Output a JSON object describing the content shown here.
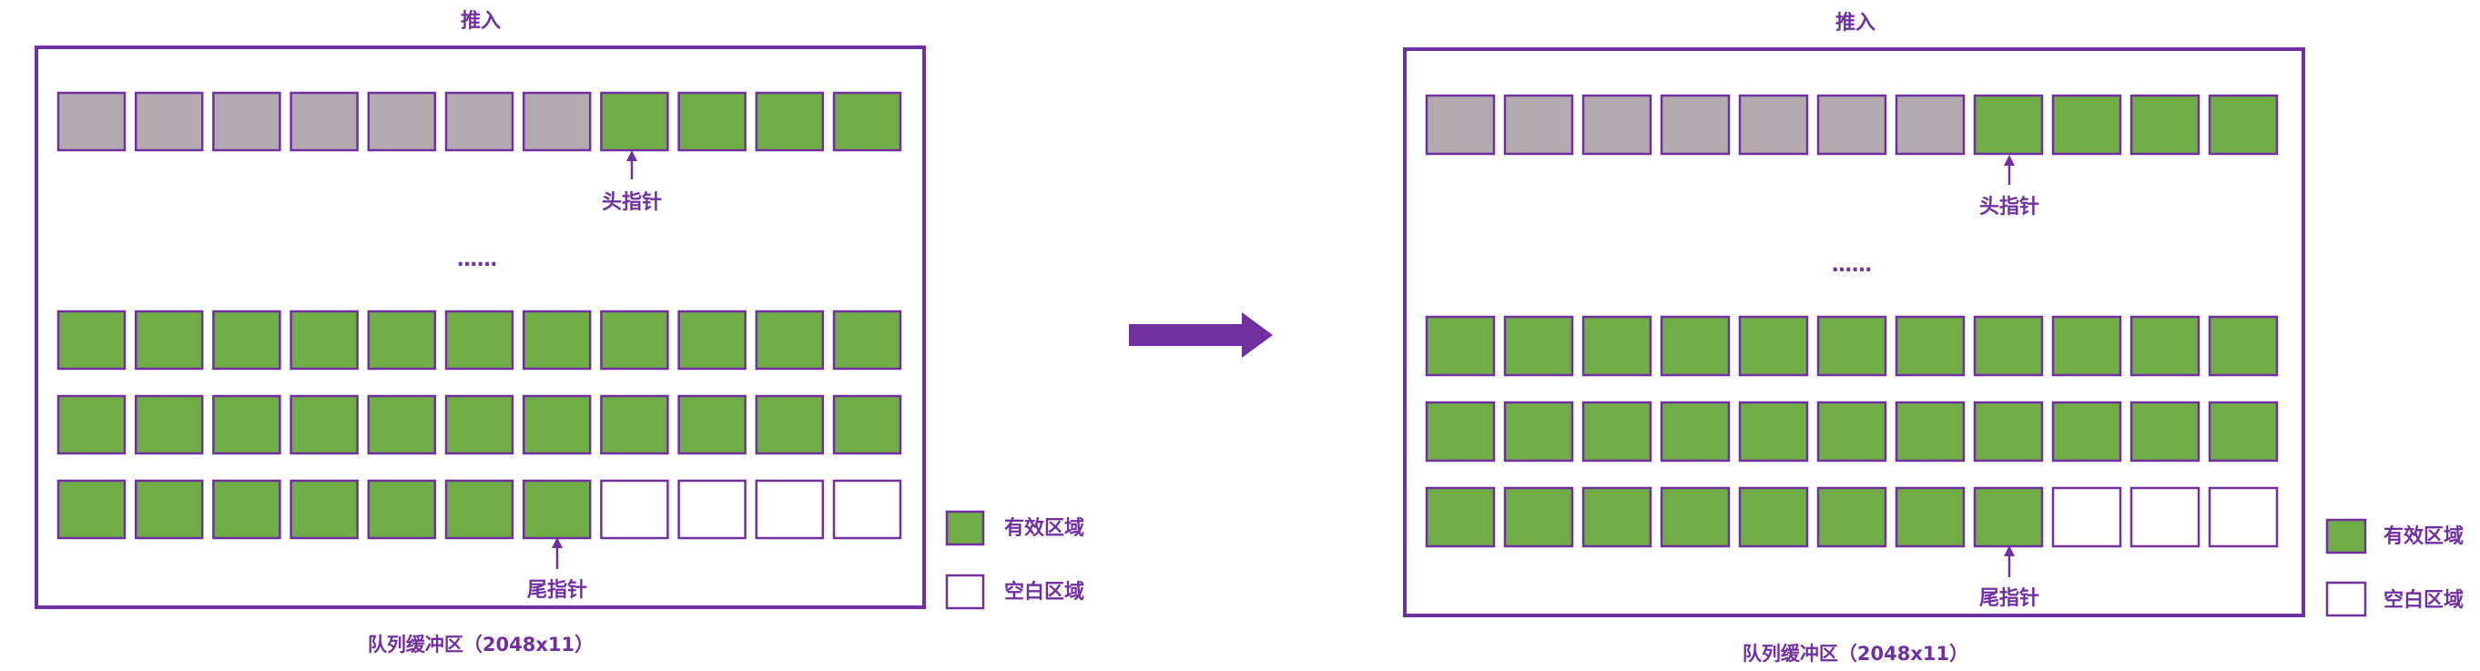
{
  "colors": {
    "accent": "#7030A0",
    "valid": "#70AD47",
    "consumed": "#B3AAAF",
    "empty": "#FFFFFF"
  },
  "panels": [
    {
      "top_label": "推入",
      "head_pointer_label": "头指针",
      "ellipsis": "……",
      "tail_pointer_label": "尾指针",
      "buffer_caption": "队列缓冲区（2048x11）",
      "top_row": [
        "consumed",
        "consumed",
        "consumed",
        "consumed",
        "consumed",
        "consumed",
        "consumed",
        "valid",
        "valid",
        "valid",
        "valid"
      ],
      "rows": [
        [
          "valid",
          "valid",
          "valid",
          "valid",
          "valid",
          "valid",
          "valid",
          "valid",
          "valid",
          "valid",
          "valid"
        ],
        [
          "valid",
          "valid",
          "valid",
          "valid",
          "valid",
          "valid",
          "valid",
          "valid",
          "valid",
          "valid",
          "valid"
        ],
        [
          "valid",
          "valid",
          "valid",
          "valid",
          "valid",
          "valid",
          "valid",
          "empty",
          "empty",
          "empty",
          "empty"
        ]
      ],
      "legend": {
        "valid_label": "有效区域",
        "empty_label": "空白区域"
      }
    },
    {
      "top_label": "推入",
      "head_pointer_label": "头指针",
      "ellipsis": "……",
      "tail_pointer_label": "尾指针",
      "buffer_caption": "队列缓冲区（2048x11）",
      "top_row": [
        "consumed",
        "consumed",
        "consumed",
        "consumed",
        "consumed",
        "consumed",
        "consumed",
        "valid",
        "valid",
        "valid",
        "valid"
      ],
      "rows": [
        [
          "valid",
          "valid",
          "valid",
          "valid",
          "valid",
          "valid",
          "valid",
          "valid",
          "valid",
          "valid",
          "valid"
        ],
        [
          "valid",
          "valid",
          "valid",
          "valid",
          "valid",
          "valid",
          "valid",
          "valid",
          "valid",
          "valid",
          "valid"
        ],
        [
          "valid",
          "valid",
          "valid",
          "valid",
          "valid",
          "valid",
          "valid",
          "valid",
          "empty",
          "empty",
          "empty"
        ]
      ],
      "legend": {
        "valid_label": "有效区域",
        "empty_label": "空白区域"
      }
    }
  ],
  "transition_arrow": "right-arrow"
}
